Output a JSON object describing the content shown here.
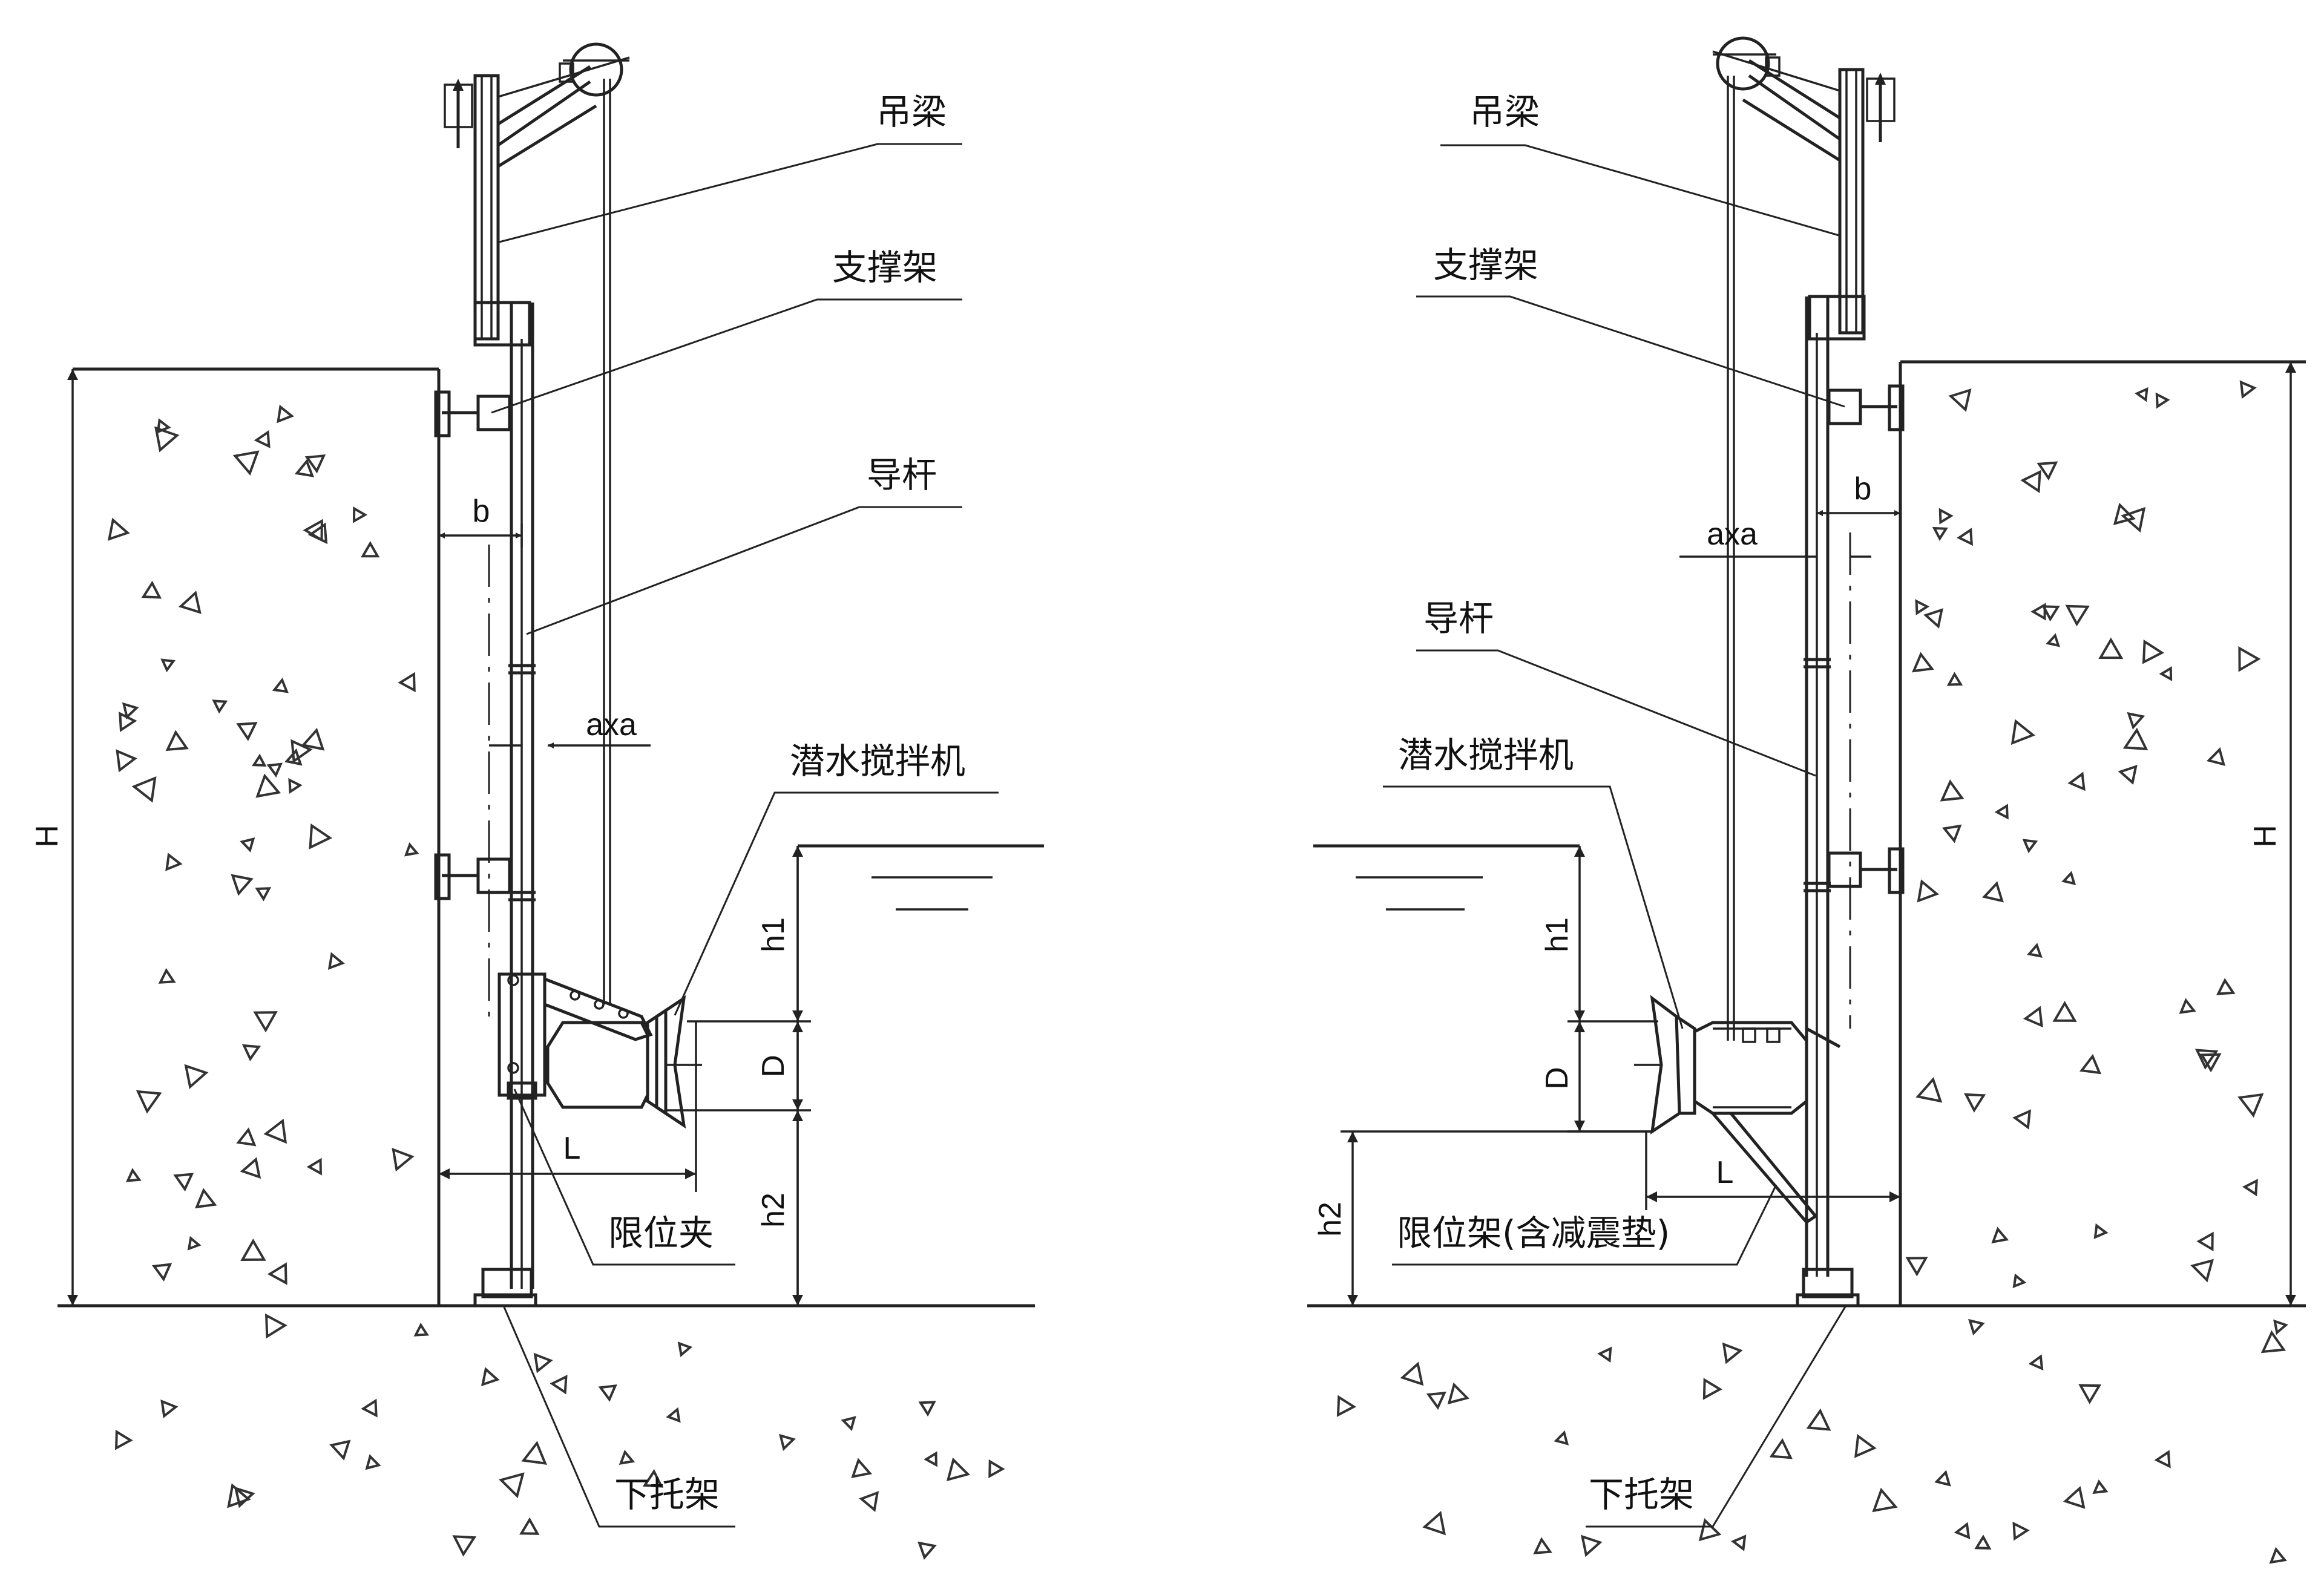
{
  "left": {
    "labels": {
      "beam": "吊梁",
      "support": "支撑架",
      "guide_rod": "导杆",
      "mixer": "潜水搅拌机",
      "limit_clamp": "限位夹",
      "bottom_bracket": "下托架"
    },
    "dims": {
      "H": "H",
      "b": "b",
      "axa": "axa",
      "h1": "h1",
      "D": "D",
      "L": "L",
      "h2": "h2"
    }
  },
  "right": {
    "labels": {
      "beam": "吊梁",
      "support": "支撑架",
      "guide_rod": "导杆",
      "mixer": "潜水搅拌机",
      "limit_frame": "限位架(含减震垫)",
      "bottom_bracket": "下托架"
    },
    "dims": {
      "H": "H",
      "b": "b",
      "axa": "axa",
      "h1": "h1",
      "D": "D",
      "L": "L",
      "h2": "h2"
    }
  }
}
